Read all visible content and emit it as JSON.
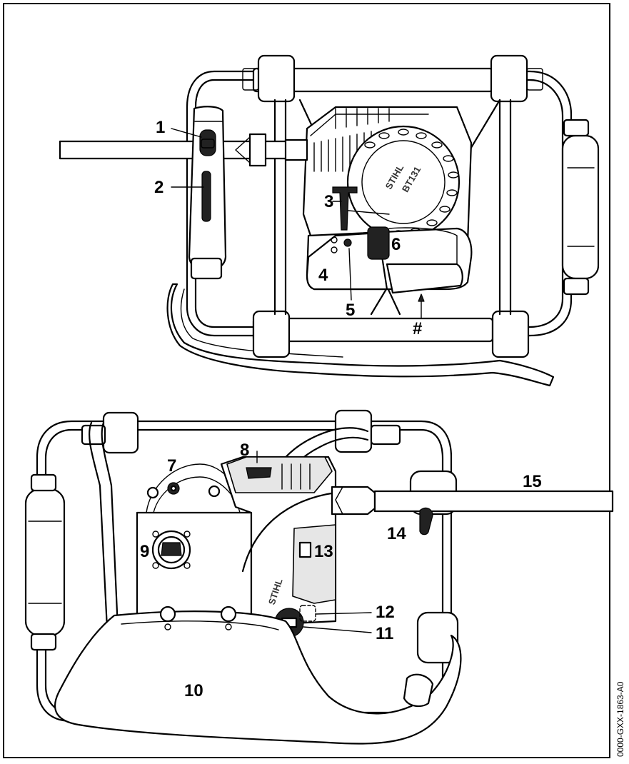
{
  "figure_code": "0000-GXX-1863-A0",
  "brand_marks": {
    "engine_cover_top": "STIHL",
    "model_top": "BT131",
    "engine_cover_bottom": "STIHL"
  },
  "callouts": {
    "c1": "1",
    "c2": "2",
    "c3": "3",
    "c4": "4",
    "c5": "5",
    "c6": "6",
    "hash": "#",
    "c7": "7",
    "c8": "8",
    "c9": "9",
    "c10": "10",
    "c11": "11",
    "c12": "12",
    "c13": "13",
    "c14": "14",
    "c15": "15"
  },
  "colors": {
    "line": "#000000",
    "fill_light": "#e6e6e6",
    "fill_dark": "#222222"
  }
}
